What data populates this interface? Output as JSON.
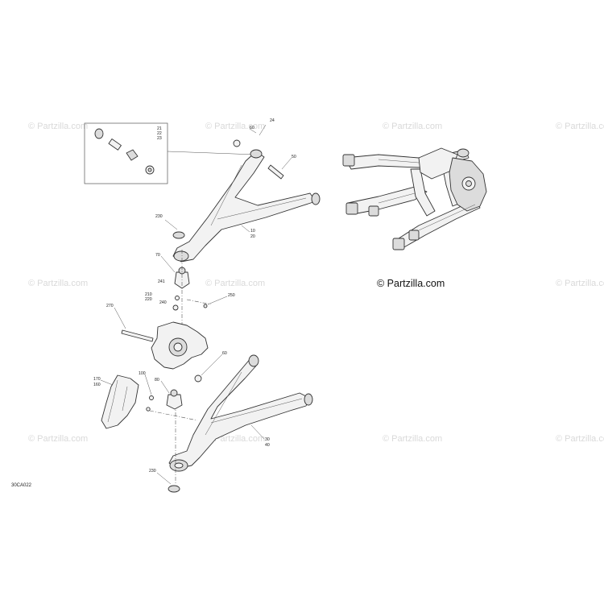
{
  "watermarks": {
    "text": "© Partzilla.com"
  },
  "brand": {
    "text": "© Partzilla.com"
  },
  "diagram_code": "30CA022",
  "callouts": {
    "c21": "21",
    "c22": "22",
    "c23": "23",
    "c60a": "60",
    "c24": "24",
    "c50": "50",
    "c230a": "230",
    "c10": "10",
    "c20": "20",
    "c70": "70",
    "c241": "241",
    "c210": "210",
    "c220": "220",
    "c240": "240",
    "c250": "250",
    "c270": "270",
    "c60b": "60",
    "c170": "170",
    "c160": "160",
    "c100": "100",
    "c80": "80",
    "c30": "30",
    "c40": "40",
    "c230b": "230"
  },
  "colors": {
    "line": "#333333",
    "fill": "#f2f2f2",
    "watermark": "#d9d9d9"
  }
}
